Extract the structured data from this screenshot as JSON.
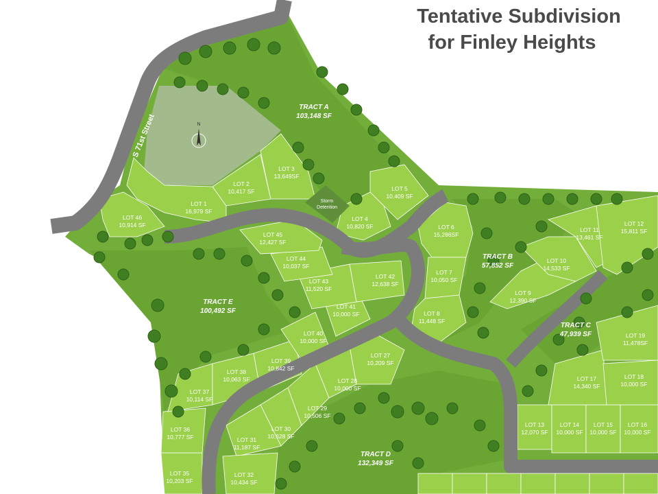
{
  "title_line1": "Tentative Subdivision",
  "title_line2": "for Finley Heights",
  "street": "S 71st Street",
  "north_label": "N",
  "storm_line1": "Storm",
  "storm_line2": "Detention",
  "colors": {
    "lot": "#9bd04a",
    "tract": "#6aa534",
    "road": "#7c7c7c",
    "park": "#a3bb8c",
    "tree": "#3f7f22"
  },
  "tracts": [
    {
      "id": "a",
      "name": "TRACT A",
      "area": "103,148 SF"
    },
    {
      "id": "b",
      "name": "TRACT B",
      "area": "57,852 SF"
    },
    {
      "id": "c",
      "name": "TRACT C",
      "area": "47,939 SF"
    },
    {
      "id": "d",
      "name": "TRACT D",
      "area": "132,349 SF"
    },
    {
      "id": "e",
      "name": "TRACT E",
      "area": "100,492 SF"
    }
  ],
  "lots": [
    {
      "id": "1",
      "name": "LOT 1",
      "area": "16,979 SF"
    },
    {
      "id": "2",
      "name": "LOT 2",
      "area": "10,417 SF"
    },
    {
      "id": "3",
      "name": "LOT 3",
      "area": "13,649SF"
    },
    {
      "id": "4",
      "name": "LOT 4",
      "area": "10,820 SF"
    },
    {
      "id": "5",
      "name": "LOT 5",
      "area": "10,409 SF"
    },
    {
      "id": "6",
      "name": "LOT 6",
      "area": "15,286SF"
    },
    {
      "id": "7",
      "name": "LOT 7",
      "area": "10,050 SF"
    },
    {
      "id": "8",
      "name": "LOT 8",
      "area": "11,448 SF"
    },
    {
      "id": "9",
      "name": "LOT 9",
      "area": "12,390 SF"
    },
    {
      "id": "10",
      "name": "LOT 10",
      "area": "14,533 SF"
    },
    {
      "id": "11",
      "name": "LOT 11",
      "area": "13,461 SF"
    },
    {
      "id": "12",
      "name": "LOT 12",
      "area": "15,811 SF"
    },
    {
      "id": "13",
      "name": "LOT 13",
      "area": "12,070 SF"
    },
    {
      "id": "14",
      "name": "LOT 14",
      "area": "10,000 SF"
    },
    {
      "id": "15",
      "name": "LOT 15",
      "area": "10,000 SF"
    },
    {
      "id": "16",
      "name": "LOT 16",
      "area": "10,000 SF"
    },
    {
      "id": "17",
      "name": "LOT 17",
      "area": "14,340 SF"
    },
    {
      "id": "18",
      "name": "LOT 18",
      "area": "10,000 SF"
    },
    {
      "id": "19",
      "name": "LOT 19",
      "area": "11,478SF"
    },
    {
      "id": "27",
      "name": "LOT 27",
      "area": "10,209 SF"
    },
    {
      "id": "28",
      "name": "LOT 28",
      "area": "10,000 SF"
    },
    {
      "id": "29",
      "name": "LOT 29",
      "area": "10,506 SF"
    },
    {
      "id": "30",
      "name": "LOT 30",
      "area": "10,628 SF"
    },
    {
      "id": "31",
      "name": "LOT 31",
      "area": "11,187 SF"
    },
    {
      "id": "32",
      "name": "LOT 32",
      "area": "10,434 SF"
    },
    {
      "id": "35",
      "name": "LOT 35",
      "area": "10,203 SF"
    },
    {
      "id": "36",
      "name": "LOT 36",
      "area": "10,777 SF"
    },
    {
      "id": "37",
      "name": "LOT 37",
      "area": "10,114 SF"
    },
    {
      "id": "38",
      "name": "LOT 38",
      "area": "10,063 SF"
    },
    {
      "id": "39",
      "name": "LOT 39",
      "area": "10,842 SF"
    },
    {
      "id": "40",
      "name": "LOT 40",
      "area": "10,000 SF"
    },
    {
      "id": "41",
      "name": "LOT 41",
      "area": "10,000 SF"
    },
    {
      "id": "42",
      "name": "LOT 42",
      "area": "12,638 SF"
    },
    {
      "id": "43",
      "name": "LOT 43",
      "area": "11,520 SF"
    },
    {
      "id": "44",
      "name": "LOT 44",
      "area": "10,037 SF"
    },
    {
      "id": "45",
      "name": "LOT 45",
      "area": "12,427 SF"
    },
    {
      "id": "46",
      "name": "LOT 46",
      "area": "10,914 SF"
    }
  ]
}
